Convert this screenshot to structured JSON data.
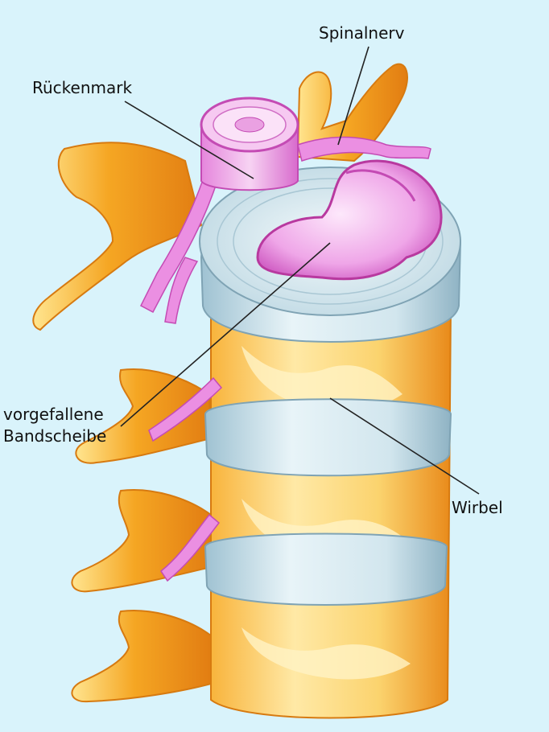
{
  "labels": {
    "spinal_nerve": "Spinalnerv",
    "spinal_cord": "Rückenmark",
    "herniated_disc_line1": "vorgefallene",
    "herniated_disc_line2": "Bandscheibe",
    "vertebra": "Wirbel"
  },
  "colors": {
    "background": "#d9f3fb",
    "bone_light": "#fff2b8",
    "bone_orange": "#f5a623",
    "bone_shadow": "#e07a10",
    "disc": "#cfe4ec",
    "disc_shadow": "#8fb3c4",
    "nerve": "#e98be0",
    "nerve_dark": "#c43fb6",
    "nucleus": "#f3c6f0"
  }
}
